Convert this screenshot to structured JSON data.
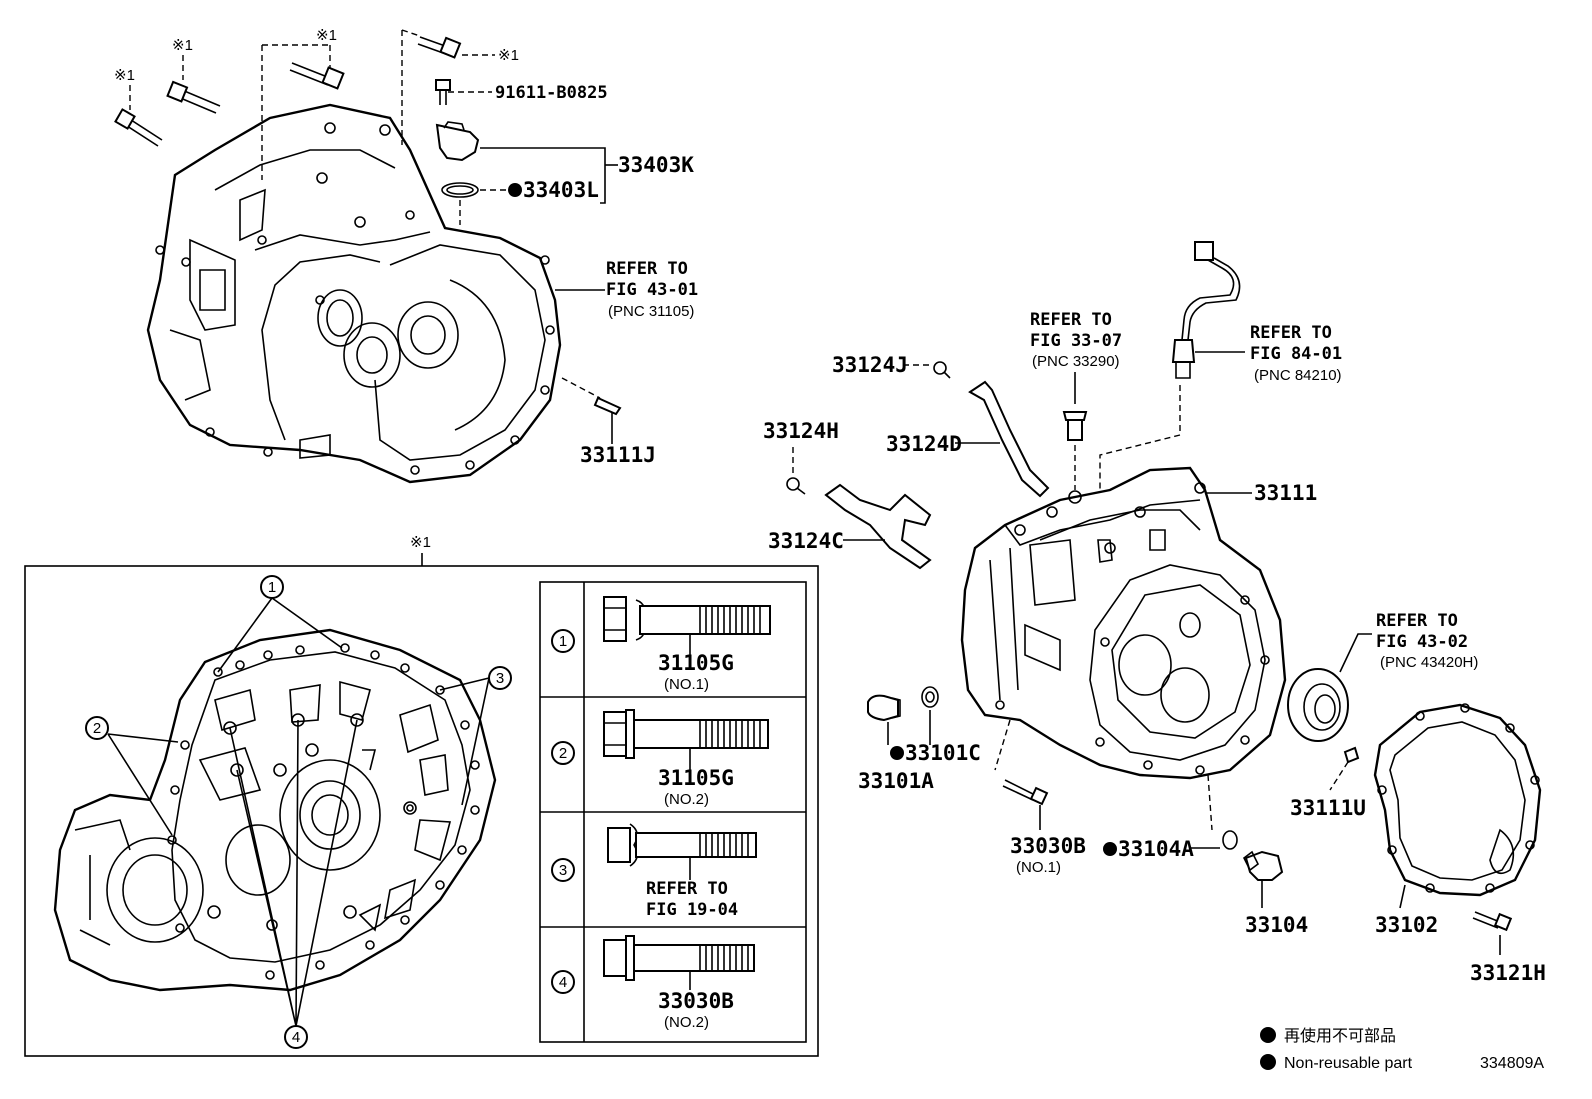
{
  "parts": {
    "p_91611": "91611-B0825",
    "p_33403K": "33403K",
    "p_33403L": "33403L",
    "p_33111J": "33111J",
    "p_33124J": "33124J",
    "p_33124H": "33124H",
    "p_33124D": "33124D",
    "p_33124C": "33124C",
    "p_33111": "33111",
    "p_33101C": "33101C",
    "p_33101A": "33101A",
    "p_33030B": "33030B",
    "p_33030B_no": "(NO.1)",
    "p_33104A": "33104A",
    "p_33104": "33104",
    "p_33102": "33102",
    "p_33121H": "33121H",
    "p_33111U": "33111U"
  },
  "marks": {
    "ref1": "※1"
  },
  "refs": {
    "r1": {
      "line1": "REFER TO",
      "line2": "FIG 43-01",
      "line3": "(PNC 31105)"
    },
    "r2": {
      "line1": "REFER TO",
      "line2": "FIG 33-07",
      "line3": "(PNC 33290)"
    },
    "r3": {
      "line1": "REFER TO",
      "line2": "FIG 84-01",
      "line3": "(PNC 84210)"
    },
    "r4": {
      "line1": "REFER TO",
      "line2": "FIG 43-02",
      "line3": "(PNC 43420H)"
    }
  },
  "detail_table": {
    "rows": [
      {
        "num": "1",
        "label": "31105G",
        "sub": "(NO.1)"
      },
      {
        "num": "2",
        "label": "31105G",
        "sub": "(NO.2)"
      },
      {
        "num": "3",
        "label": "REFER TO",
        "sub": "FIG 19-04"
      },
      {
        "num": "4",
        "label": "33030B",
        "sub": "(NO.2)"
      }
    ]
  },
  "callouts": [
    "1",
    "2",
    "3",
    "4"
  ],
  "legend": {
    "jp": "再使用不可部品",
    "en": "Non-reusable part"
  },
  "figure_id": "334809A"
}
